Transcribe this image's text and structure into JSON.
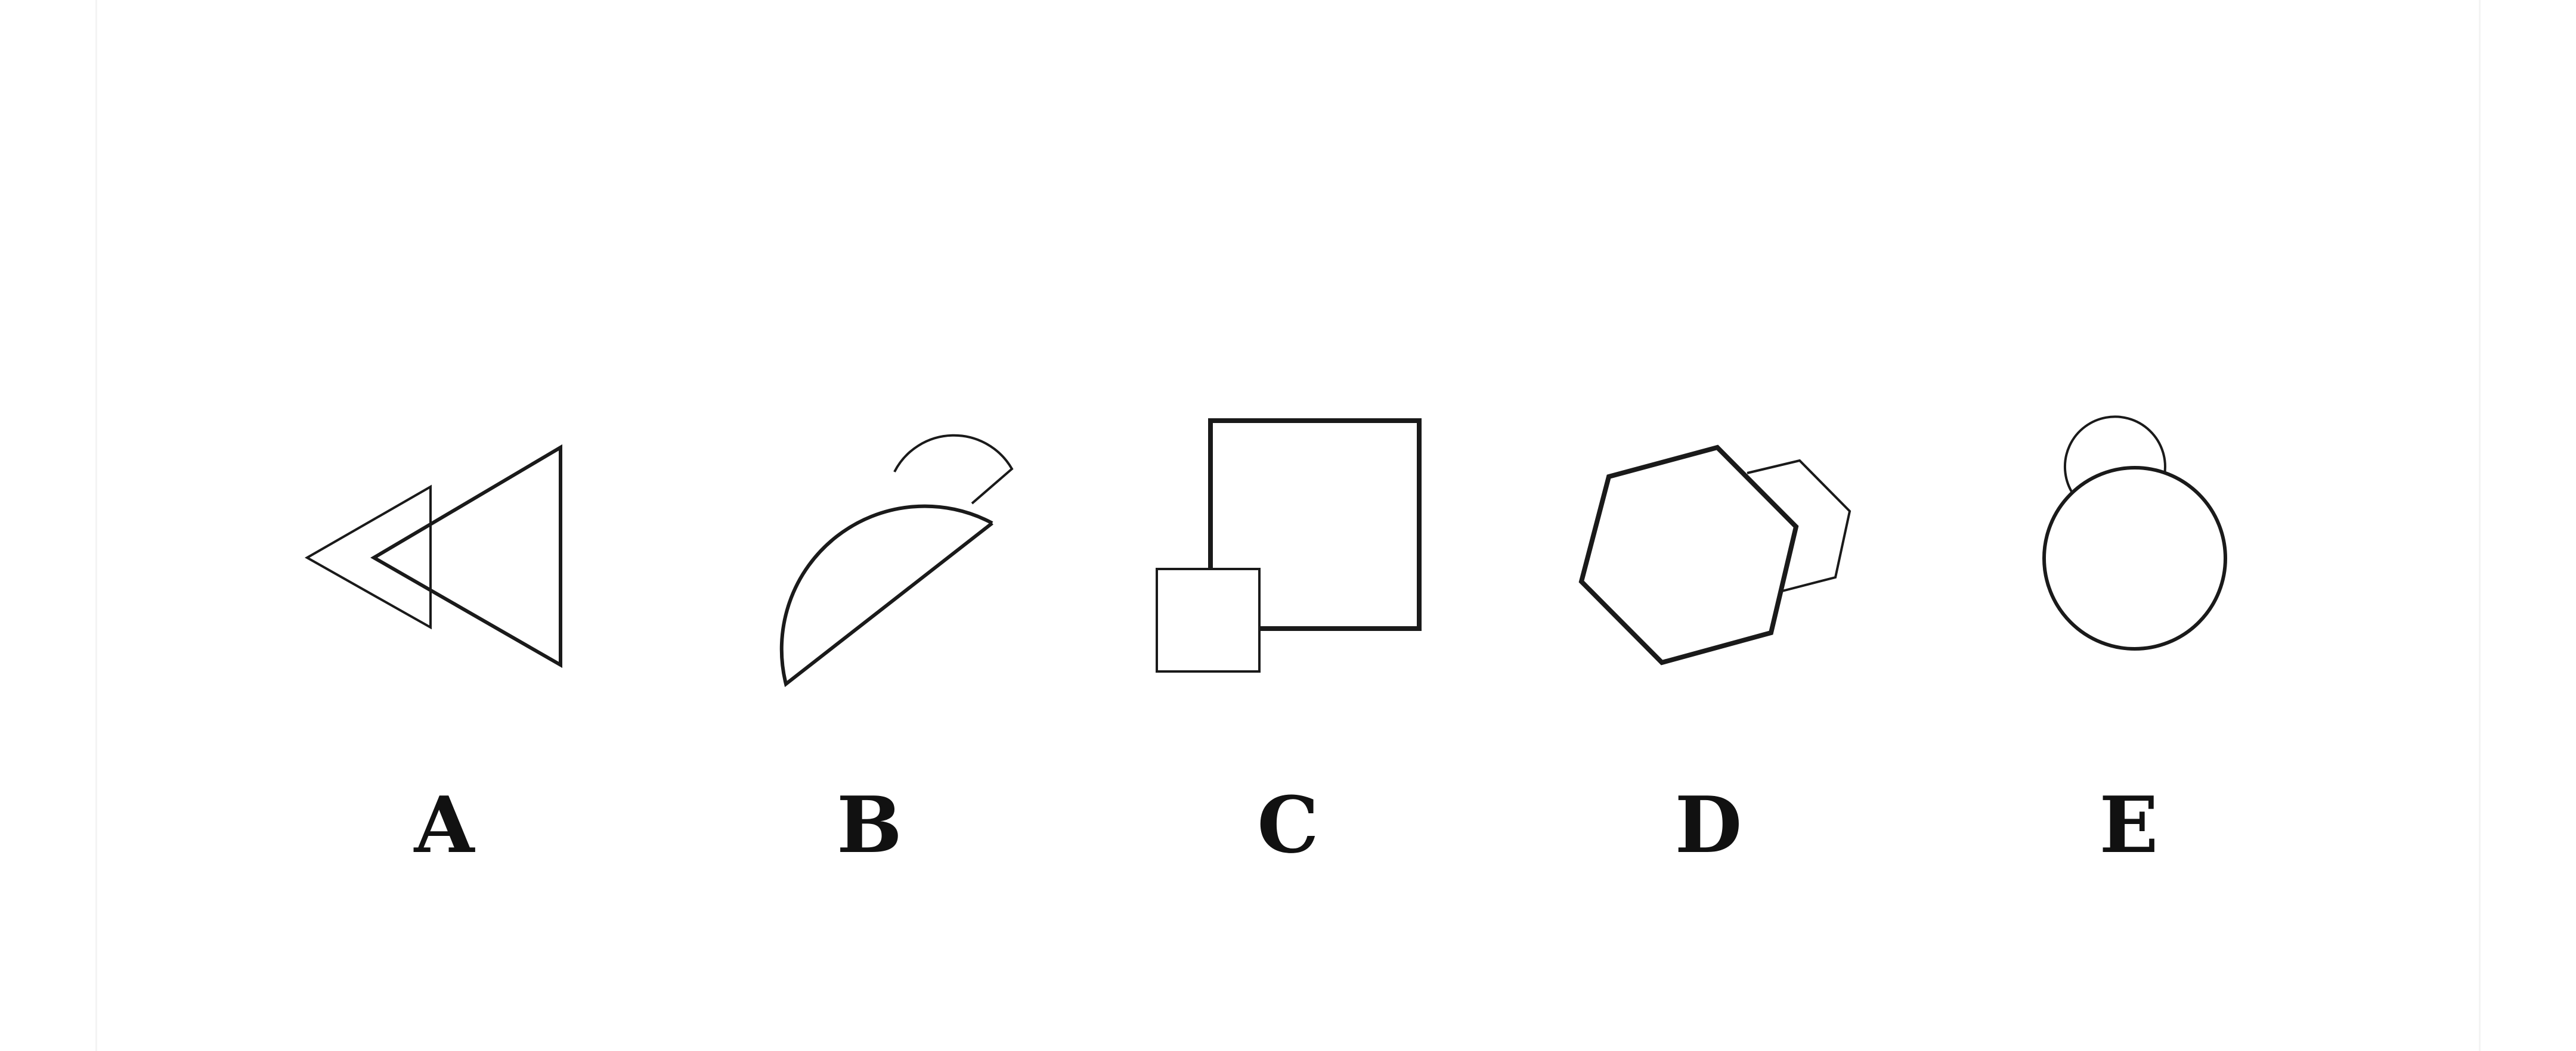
{
  "options": [
    {
      "label": "A",
      "icon": "double-triangle-icon"
    },
    {
      "label": "B",
      "icon": "semicircle-arc-icon"
    },
    {
      "label": "C",
      "icon": "overlapping-squares-icon"
    },
    {
      "label": "D",
      "icon": "overlapping-hexagons-icon"
    },
    {
      "label": "E",
      "icon": "overlapping-circles-icon"
    }
  ],
  "colors": {
    "background": "#ffffff",
    "stroke": "#1a1a1a",
    "label": "#111111"
  }
}
